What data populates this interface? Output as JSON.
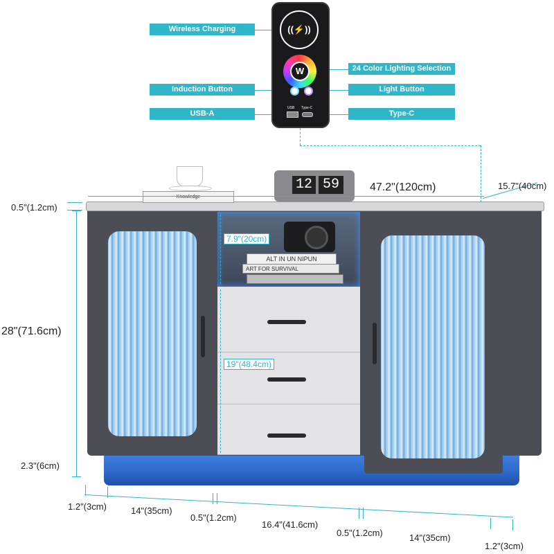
{
  "callouts": {
    "wireless_charging": "Wireless Charging",
    "lighting_selection": "24 Color Lighting Selection",
    "induction_button": "Induction Button",
    "light_button": "Light Button",
    "usb_a": "USB-A",
    "type_c": "Type-C"
  },
  "phone": {
    "usb_label": "USB",
    "typec_label": "Type-C",
    "wireless_glyph": "((⚡))",
    "color_glyph": "W"
  },
  "clock": {
    "hour": "12",
    "minute": "59"
  },
  "books": {
    "top_spine": "Knowledge",
    "mid_spine": "ALT IN UN NIPUN",
    "bottom_spine": "ART FOR SURVIVAL"
  },
  "dimensions": {
    "width": "47.2\"(120cm)",
    "depth": "15.7\"(40cm)",
    "top_thickness": "0.5\"(1.2cm)",
    "height": "28\"(71.6cm)",
    "shelf_height": "7.9\"(20cm)",
    "drawer_height": "19\"(48.4cm)",
    "base_height": "2.3\"(6cm)",
    "left_edge": "1.2\"(3cm)",
    "left_door": "14\"(35cm)",
    "left_gap": "0.5\"(1.2cm)",
    "middle": "16.4\"(41.6cm)",
    "right_gap": "0.5\"(1.2cm)",
    "right_door": "14\"(35cm)",
    "right_edge": "1.2\"(3cm)"
  },
  "colors": {
    "accent": "#2fb6c9",
    "cabinet": "#4b4e55",
    "drawer": "#e3e3e6"
  }
}
